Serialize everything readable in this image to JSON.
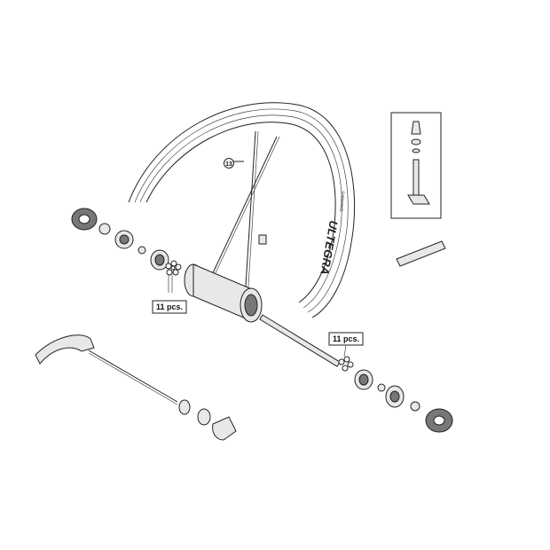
{
  "diagram": {
    "callouts": [
      {
        "id": "spoke",
        "text": "13"
      },
      {
        "id": "nipples-left",
        "text": "11 pcs."
      },
      {
        "id": "nipples-right",
        "text": "11 pcs."
      }
    ],
    "rim_branding": {
      "model": "ULTEGRA",
      "brand": "SHIMANO"
    }
  }
}
